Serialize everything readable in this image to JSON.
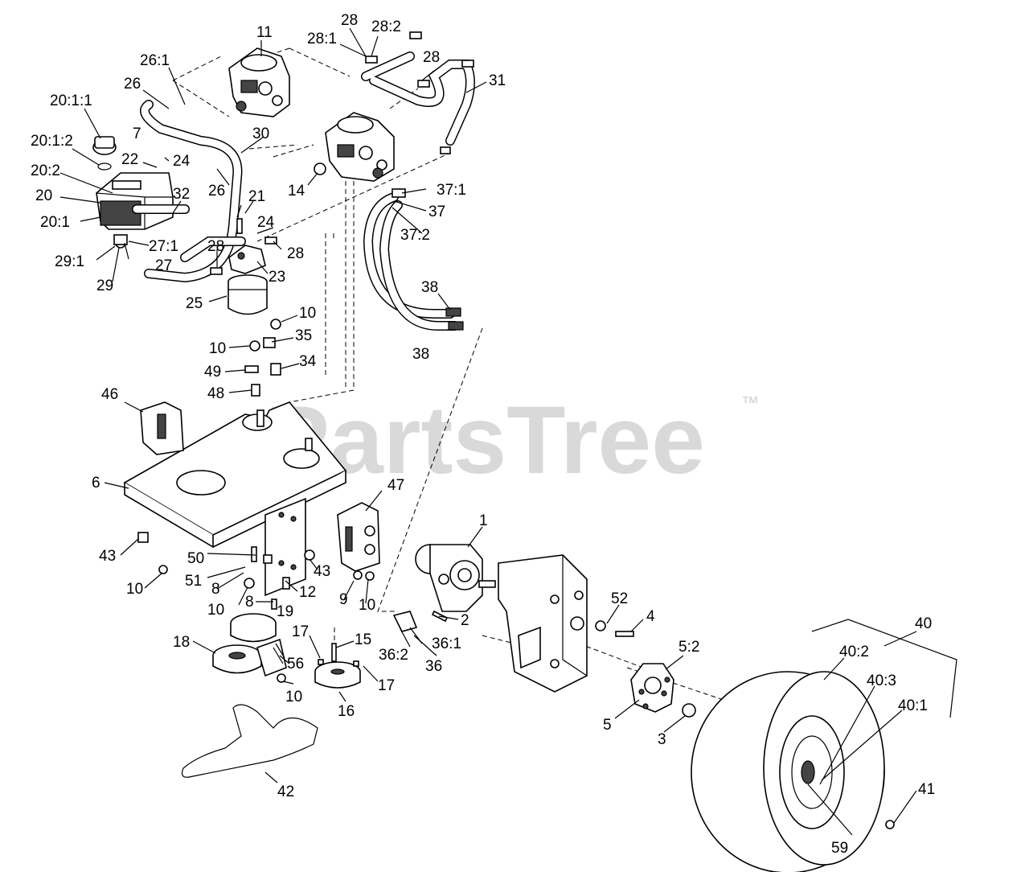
{
  "watermark": {
    "brand": "PartsTree",
    "trademark": "™"
  },
  "callouts": [
    {
      "id": "c-11",
      "label": "11"
    },
    {
      "id": "c-28a",
      "label": "28"
    },
    {
      "id": "c-28-1",
      "label": "28:1"
    },
    {
      "id": "c-28-2",
      "label": "28:2"
    },
    {
      "id": "c-26-1",
      "label": "26:1"
    },
    {
      "id": "c-26a",
      "label": "26"
    },
    {
      "id": "c-28b",
      "label": "28"
    },
    {
      "id": "c-31",
      "label": "31"
    },
    {
      "id": "c-20-1-1",
      "label": "20:1:1"
    },
    {
      "id": "c-7",
      "label": "7"
    },
    {
      "id": "c-30",
      "label": "30"
    },
    {
      "id": "c-20-1-2",
      "label": "20:1:2"
    },
    {
      "id": "c-22",
      "label": "22"
    },
    {
      "id": "c-24a",
      "label": "24"
    },
    {
      "id": "c-20-2",
      "label": "20:2"
    },
    {
      "id": "c-26b",
      "label": "26"
    },
    {
      "id": "c-14",
      "label": "14"
    },
    {
      "id": "c-37-1",
      "label": "37:1"
    },
    {
      "id": "c-20",
      "label": "20"
    },
    {
      "id": "c-32",
      "label": "32"
    },
    {
      "id": "c-21",
      "label": "21"
    },
    {
      "id": "c-37",
      "label": "37"
    },
    {
      "id": "c-20-1",
      "label": "20:1"
    },
    {
      "id": "c-24b",
      "label": "24"
    },
    {
      "id": "c-37-2",
      "label": "37:2"
    },
    {
      "id": "c-27-1",
      "label": "27:1"
    },
    {
      "id": "c-28c",
      "label": "28"
    },
    {
      "id": "c-28d",
      "label": "28"
    },
    {
      "id": "c-29-1",
      "label": "29:1"
    },
    {
      "id": "c-27",
      "label": "27"
    },
    {
      "id": "c-23",
      "label": "23"
    },
    {
      "id": "c-29",
      "label": "29"
    },
    {
      "id": "c-38a",
      "label": "38"
    },
    {
      "id": "c-25",
      "label": "25"
    },
    {
      "id": "c-10a",
      "label": "10"
    },
    {
      "id": "c-35",
      "label": "35"
    },
    {
      "id": "c-10b",
      "label": "10"
    },
    {
      "id": "c-38b",
      "label": "38"
    },
    {
      "id": "c-34",
      "label": "34"
    },
    {
      "id": "c-49",
      "label": "49"
    },
    {
      "id": "c-48",
      "label": "48"
    },
    {
      "id": "c-46",
      "label": "46"
    },
    {
      "id": "c-6",
      "label": "6"
    },
    {
      "id": "c-47",
      "label": "47"
    },
    {
      "id": "c-1",
      "label": "1"
    },
    {
      "id": "c-43a",
      "label": "43"
    },
    {
      "id": "c-50",
      "label": "50"
    },
    {
      "id": "c-51",
      "label": "51"
    },
    {
      "id": "c-43b",
      "label": "43"
    },
    {
      "id": "c-8a",
      "label": "8"
    },
    {
      "id": "c-10c",
      "label": "10"
    },
    {
      "id": "c-12",
      "label": "12"
    },
    {
      "id": "c-9",
      "label": "9"
    },
    {
      "id": "c-10d",
      "label": "10"
    },
    {
      "id": "c-10e",
      "label": "10"
    },
    {
      "id": "c-8b",
      "label": "8"
    },
    {
      "id": "c-52",
      "label": "52"
    },
    {
      "id": "c-19",
      "label": "19"
    },
    {
      "id": "c-4",
      "label": "4"
    },
    {
      "id": "c-40",
      "label": "40"
    },
    {
      "id": "c-2",
      "label": "2"
    },
    {
      "id": "c-18",
      "label": "18"
    },
    {
      "id": "c-17a",
      "label": "17"
    },
    {
      "id": "c-15",
      "label": "15"
    },
    {
      "id": "c-36-2",
      "label": "36:2"
    },
    {
      "id": "c-36-1",
      "label": "36:1"
    },
    {
      "id": "c-5-2",
      "label": "5:2"
    },
    {
      "id": "c-40-2",
      "label": "40:2"
    },
    {
      "id": "c-56",
      "label": "56"
    },
    {
      "id": "c-36",
      "label": "36"
    },
    {
      "id": "c-17b",
      "label": "17"
    },
    {
      "id": "c-40-3",
      "label": "40:3"
    },
    {
      "id": "c-10f",
      "label": "10"
    },
    {
      "id": "c-16",
      "label": "16"
    },
    {
      "id": "c-40-1",
      "label": "40:1"
    },
    {
      "id": "c-5",
      "label": "5"
    },
    {
      "id": "c-3",
      "label": "3"
    },
    {
      "id": "c-42",
      "label": "42"
    },
    {
      "id": "c-41",
      "label": "41"
    },
    {
      "id": "c-59",
      "label": "59"
    }
  ]
}
